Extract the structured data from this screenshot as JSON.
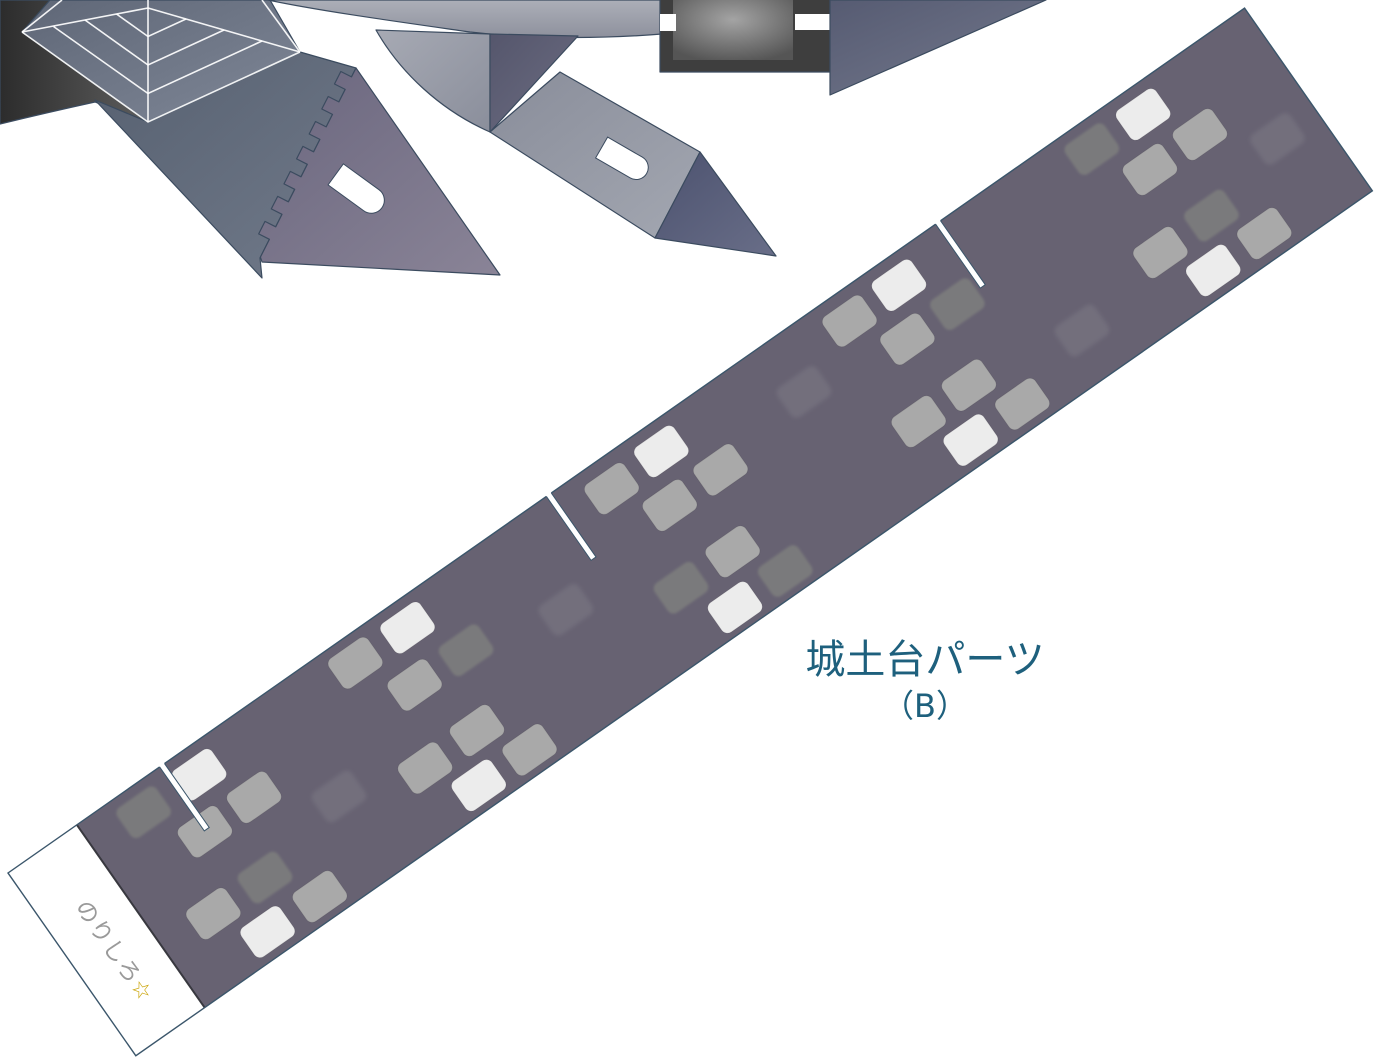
{
  "title": "城土台パーツ",
  "subtitle": "（B）",
  "glue_tab": {
    "label": "のりしろ",
    "mark": "☆"
  },
  "colors": {
    "title": "#1e607d",
    "strip": "#676272",
    "strip_outline": "#3b566b",
    "glue_label": "#9a9a9a",
    "star": "#c9a200",
    "stones": {
      "white": "#ececec",
      "light": "#a9a9a9",
      "dark": "#7a7a7c",
      "faded": "#75717e"
    }
  }
}
